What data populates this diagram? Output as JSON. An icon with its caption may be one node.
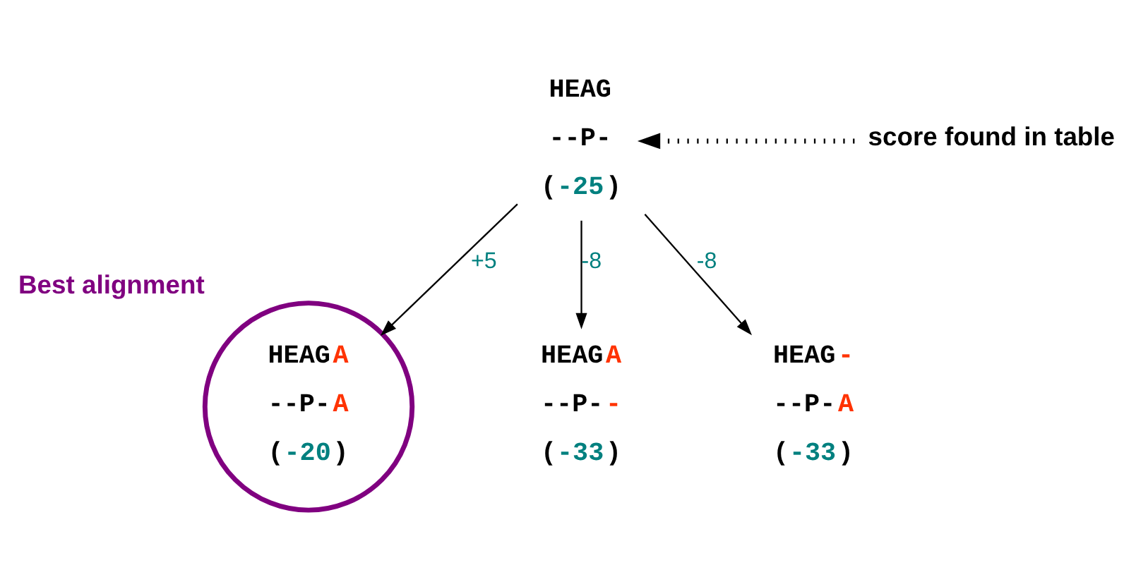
{
  "diagram": {
    "nodes": [
      {
        "text": [
          "HEAG",
          "--P-",
          "(-25)"
        ]
      },
      {
        "text": [
          "score found in table"
        ]
      },
      {
        "text": [
          "HEAGA",
          "--P-A",
          "(-20)"
        ],
        "beside": [
          "Best alignment"
        ]
      },
      {
        "text": [
          "HEAGA",
          "--P--",
          "(-33)"
        ]
      },
      {
        "text": [
          "HEAG-",
          "--P-A",
          "(-33)"
        ]
      }
    ],
    "edges": [
      {
        "from": 1,
        "to": 0,
        "arrow": "to",
        "style": "dashed"
      },
      {
        "from": 0,
        "to": 2,
        "arrow": "to",
        "label": "+5"
      },
      {
        "from": 0,
        "to": 3,
        "arrow": "to",
        "label": "-8"
      },
      {
        "from": 0,
        "to": 4,
        "arrow": "to",
        "label": "-8"
      }
    ]
  }
}
